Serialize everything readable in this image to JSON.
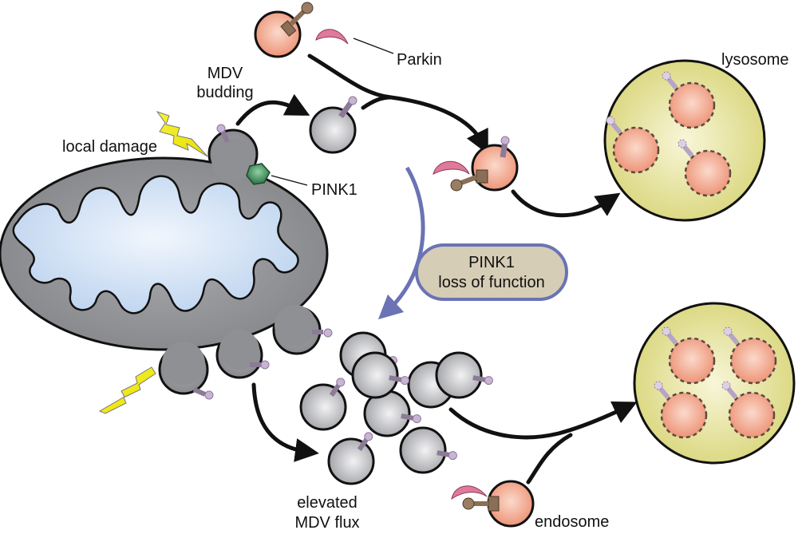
{
  "figure": {
    "title": "PINK1/Parkin regulation of mitochondria-derived vesicle (MDV) flux",
    "labels": {
      "local_damage": "local damage",
      "mdv_budding_line1": "MDV",
      "mdv_budding_line2": "budding",
      "pink1": "PINK1",
      "parkin": "Parkin",
      "lysosome": "lysosome",
      "pink1_lof_line1": "PINK1",
      "pink1_lof_line2": "loss of function",
      "elevated_line1": "elevated",
      "elevated_line2": "MDV flux",
      "endosome": "endosome"
    },
    "colors": {
      "mitochondrion": "#8f9093",
      "matrix": "#c9dcf3",
      "vesicle_gray": "#a8a9ad",
      "endosome_salmon": "#ef9a7e",
      "lysosome_yellow": "#dedc86",
      "parkin_pink": "#e07a9a",
      "pink1_green": "#2f7d4c",
      "cargo_lilac": "#c9b4d6",
      "receptor_brown": "#8a6e55",
      "pathway_blue": "#6b73b5",
      "lof_box_fill": "#d6cdb6",
      "lightning_yellow": "#f4ef1a"
    },
    "counts": {
      "upper_lysosome_cargo": 3,
      "lower_lysosome_cargo": 4,
      "free_mdvs_elevated": 8
    }
  }
}
